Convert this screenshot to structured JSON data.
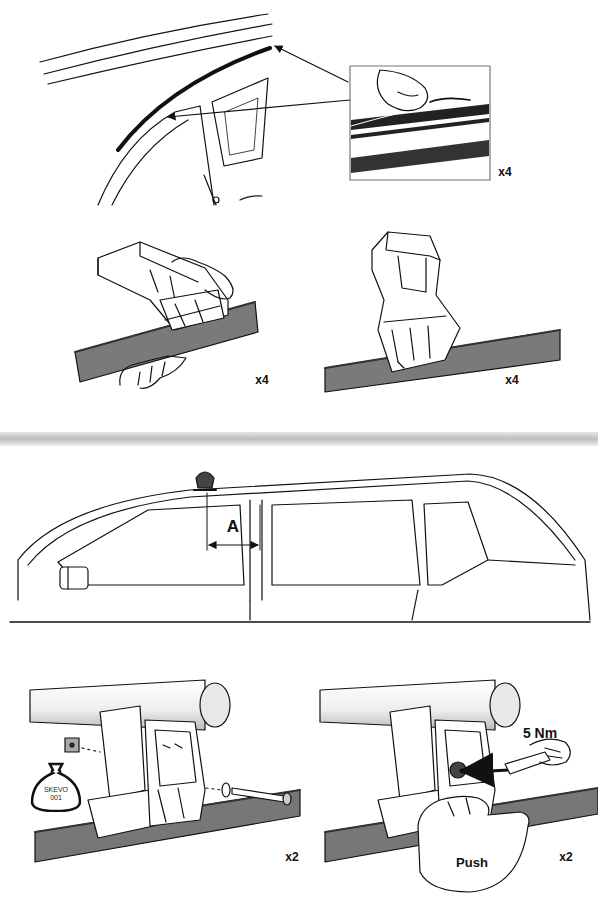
{
  "diagram": {
    "nodes": [
      {
        "text": [
          "SKEVO 001"
        ]
      }
    ],
    "labels": [
      "x4",
      "x4",
      "x4",
      "A",
      "5 Nm",
      "Push",
      "x2",
      "x2"
    ]
  }
}
